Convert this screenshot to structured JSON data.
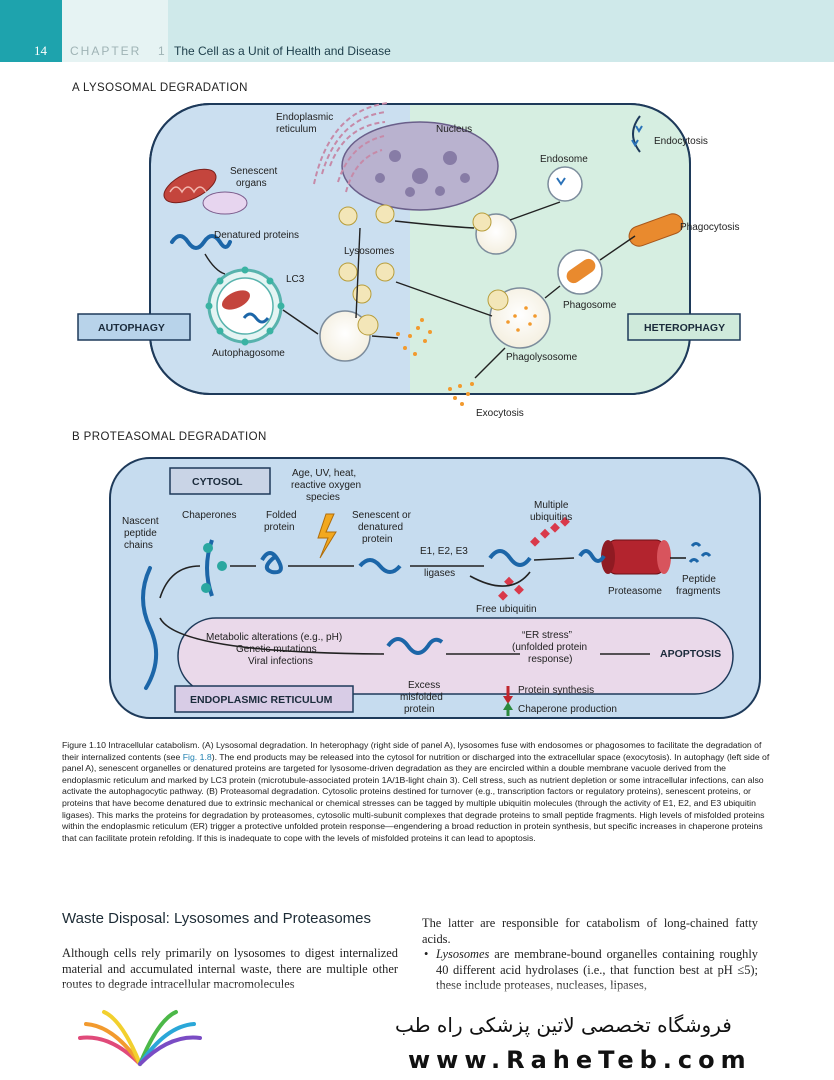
{
  "header": {
    "page_number": "14",
    "chapter_label": "CHAPTER",
    "chapter_number": "1",
    "chapter_title": "The Cell as a Unit of Health and Disease"
  },
  "panel_a": {
    "title": "A  LYSOSOMAL DEGRADATION",
    "labels": {
      "er": "Endoplasmic",
      "er2": "reticulum",
      "nucleus": "Nucleus",
      "endocytosis": "Endocytosis",
      "endosome": "Endosome",
      "senescent": "Senescent",
      "organs": "organs",
      "denatured": "Denatured proteins",
      "lysosomes": "Lysosomes",
      "phagocytosis": "Phagocytosis",
      "lc3": "LC3",
      "phagosome": "Phagosome",
      "autophagy": "AUTOPHAGY",
      "heterophagy": "HETEROPHAGY",
      "autophagosome": "Autophagosome",
      "phagolysosome": "Phagolysosome",
      "exocytosis": "Exocytosis"
    }
  },
  "panel_b": {
    "title": "B  PROTEASOMAL DEGRADATION",
    "labels": {
      "cytosol": "CYTOSOL",
      "stress1": "Age, UV, heat,",
      "stress2": "reactive oxygen",
      "stress3": "species",
      "nascent1": "Nascent",
      "nascent2": "peptide",
      "nascent3": "chains",
      "chaperones": "Chaperones",
      "folded1": "Folded",
      "folded2": "protein",
      "sen1": "Senescent or",
      "sen2": "denatured",
      "sen3": "protein",
      "multi1": "Multiple",
      "multi2": "ubiquitins",
      "e123": "E1, E2, E3",
      "ligases": "ligases",
      "proteasome": "Proteasome",
      "peptide1": "Peptide",
      "peptide2": "fragments",
      "free_ubiquitin": "Free ubiquitin",
      "metabolic": "Metabolic alterations (e.g., pH)",
      "genetic": "Genetic mutations",
      "viral": "Viral infections",
      "er_stress1": "“ER stress”",
      "er_stress2": "(unfolded protein",
      "er_stress3": "response)",
      "apoptosis": "APOPTOSIS",
      "er_box": "ENDOPLASMIC RETICULUM",
      "excess1": "Excess",
      "excess2": "misfolded",
      "excess3": "protein",
      "protein_synthesis": "Protein synthesis",
      "chaperone_production": "Chaperone production"
    }
  },
  "caption": {
    "lead": "Figure 1.10",
    "part1": " Intracellular catabolism. (A) Lysosomal degradation. In heterophagy (right side of panel A), lysosomes fuse with endosomes or phagosomes to facilitate the degradation of their internalized contents (see ",
    "figref": "Fig. 1.8",
    "part2": "). The end products may be released into the cytosol for nutrition or discharged into the extracellular space (exocytosis). In autophagy (left side of panel A), senescent organelles or denatured proteins are targeted for lysosome-driven degradation as they are encircled within a double membrane vacuole derived from the endoplasmic reticulum and marked by LC3 protein (microtubule-associated protein 1A/1B-light chain 3). Cell stress, such as nutrient depletion or some intracellular infections, can also activate the autophagocytic pathway. (B) Proteasomal degradation. Cytosolic proteins destined for turnover (e.g., transcription factors or regulatory proteins), senescent proteins, or proteins that have become denatured due to extrinsic mechanical or chemical stresses can be tagged by multiple ubiquitin molecules (through the activity of E1, E2, and E3 ubiquitin ligases). This marks the proteins for degradation by proteasomes, cytosolic multi-subunit complexes that degrade proteins to small peptide fragments. High levels of misfolded proteins within the endoplasmic reticulum (ER) trigger a protective unfolded protein response—engendering a broad reduction in protein synthesis, but specific increases in chaperone proteins that can facilitate protein refolding. If this is inadequate to cope with the levels of misfolded proteins it can lead to apoptosis."
  },
  "section": {
    "heading": "Waste Disposal: Lysosomes and Proteasomes",
    "left_text": "Although cells rely primarily on lysosomes to digest internalized material and accumulated internal waste, there are multiple other routes to degrade intracellular macromolecules",
    "right_text": "The latter are responsible for catabolism of long-chained fatty acids.",
    "bullet_term": "Lysosomes",
    "bullet_text": " are membrane-bound organelles containing roughly 40 different acid hydrolases (i.e., that function best at pH ≤5); these include proteases, nucleases, lipases,"
  },
  "watermark": {
    "persian": "فروشگاه تخصصی لاتین پزشکی راه طب",
    "url": "www.RaheTeb.com"
  }
}
